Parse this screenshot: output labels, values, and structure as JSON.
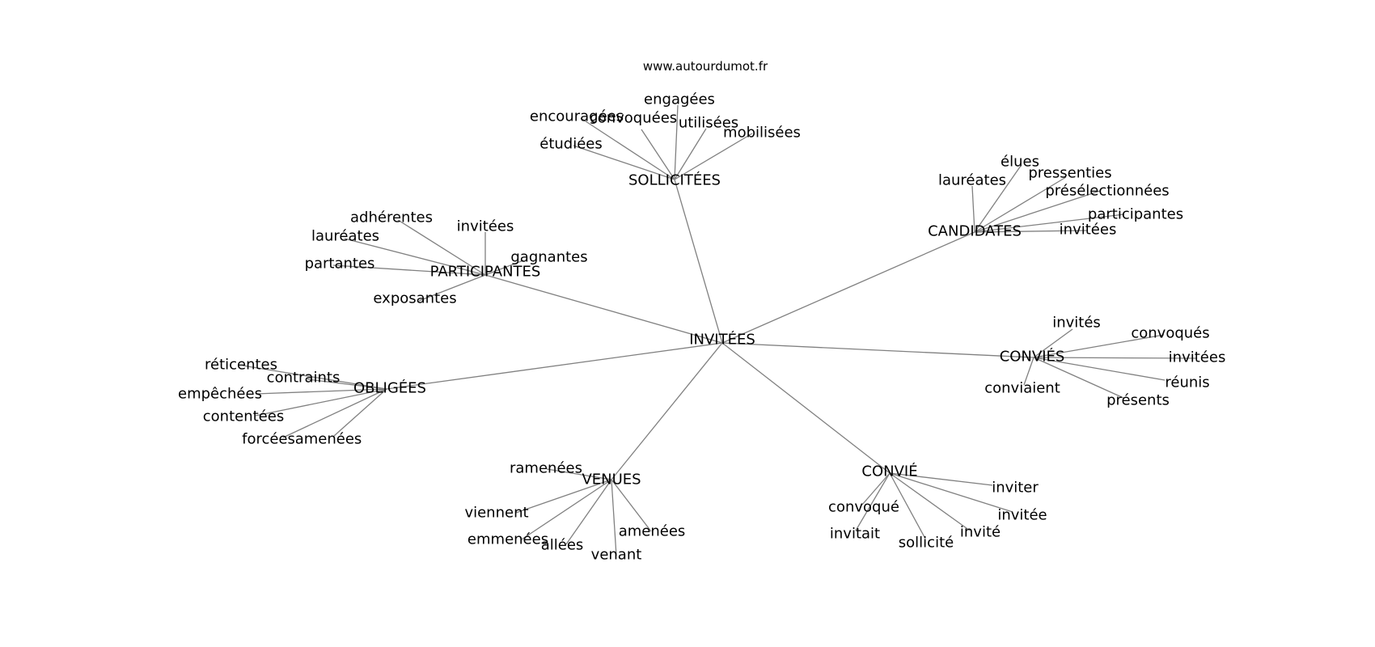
{
  "source": "www.autourdumot.fr",
  "graph": {
    "root": {
      "id": "invitees",
      "label": "INVITÉES"
    },
    "clusters": [
      {
        "id": "sollicitees",
        "label": "SOLLICITÉES",
        "leaves": [
          "encouragées",
          "convoquées",
          "engagées",
          "utilisées",
          "mobilisées",
          "étudiées"
        ]
      },
      {
        "id": "candidates",
        "label": "CANDIDATES",
        "leaves": [
          "lauréates",
          "élues",
          "pressenties",
          "présélectionnées",
          "participantes",
          "invitées"
        ]
      },
      {
        "id": "participantes",
        "label": "PARTICIPANTES",
        "leaves": [
          "adhérentes",
          "lauréates",
          "invitées",
          "partantes",
          "gagnantes",
          "exposantes"
        ]
      },
      {
        "id": "convies",
        "label": "CONVIÉS",
        "leaves": [
          "invités",
          "convoqués",
          "invitées",
          "réunis",
          "conviaient",
          "présents"
        ]
      },
      {
        "id": "obligees",
        "label": "OBLIGÉES",
        "leaves": [
          "réticentes",
          "contraints",
          "empêchées",
          "contentées",
          "forcées",
          "amenées"
        ]
      },
      {
        "id": "convie",
        "label": "CONVIÉ",
        "leaves": [
          "inviter",
          "convoqué",
          "invitée",
          "invitait",
          "invité",
          "sollicité"
        ]
      },
      {
        "id": "venues",
        "label": "VENUES",
        "leaves": [
          "ramenées",
          "viennent",
          "emmenées",
          "allées",
          "venant",
          "amenées"
        ]
      }
    ]
  }
}
